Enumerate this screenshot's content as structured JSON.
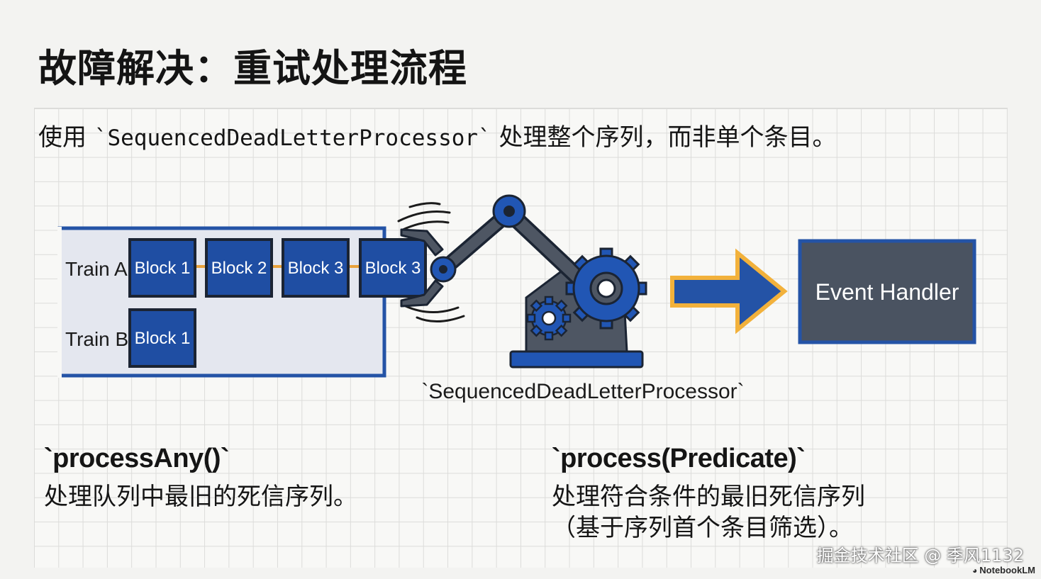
{
  "title": "故障解决：重试处理流程",
  "subtitle": {
    "before": "使用 ",
    "code": "`SequencedDeadLetterProcessor`",
    "after": " 处理整个序列，而非单个条目。"
  },
  "queue": {
    "rows": [
      {
        "label": "Train A",
        "blocks": [
          "Block 1",
          "Block 2",
          "Block 3"
        ]
      },
      {
        "label": "Train B",
        "blocks": [
          "Block 1"
        ]
      }
    ],
    "gripped_block": "Block 3"
  },
  "processor_label": "`SequencedDeadLetterProcessor`",
  "event_handler_label": "Event Handler",
  "methods": [
    {
      "name": "`processAny()`",
      "description_lines": [
        "处理队列中最旧的死信序列。"
      ]
    },
    {
      "name": "`process(Predicate)`",
      "description_lines": [
        "处理符合条件的最旧死信序列",
        "（基于序列首个条目筛选）。"
      ]
    }
  ],
  "watermark": "掘金技术社区 @ 季风1132",
  "brand": {
    "icon": "notebooklm-logo-icon",
    "name": "NotebookLM"
  },
  "colors": {
    "block_blue": "#1f4ea3",
    "block_border": "#1b2433",
    "connector": "#e9a23b",
    "arrow_blue": "#2453a6",
    "arrow_outline": "#f2b13b",
    "handler_fill": "#4a5361",
    "handler_border": "#2453a6",
    "robot_blue": "#2156b4",
    "robot_gray": "#4e5663",
    "queue_bg": "#e4e7ef",
    "queue_border": "#2453a6"
  }
}
